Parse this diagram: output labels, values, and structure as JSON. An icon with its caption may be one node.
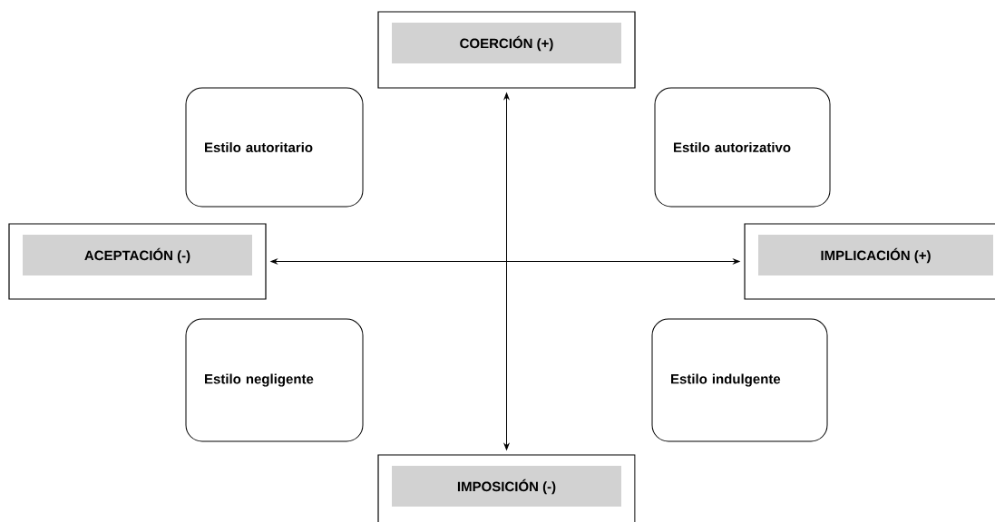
{
  "diagram": {
    "nodes": [
      {
        "text": [
          "COERCIÓN (+)"
        ]
      },
      {
        "text": [
          "Estilo autoritario"
        ]
      },
      {
        "text": [
          "Estilo autorizativo"
        ]
      },
      {
        "text": [
          "ACEPTACIÓN (-)"
        ]
      },
      {
        "text": [
          "IMPLICACIÓN (+)"
        ]
      },
      {
        "text": [
          "Estilo negligente"
        ]
      },
      {
        "text": [
          "Estilo indulgente"
        ]
      },
      {
        "text": [
          "IMPOSICIÓN (-)"
        ]
      }
    ],
    "edges": [
      {
        "from": 0,
        "to": 7,
        "arrow": "both"
      },
      {
        "from": 3,
        "to": 4,
        "arrow": "both"
      }
    ]
  }
}
